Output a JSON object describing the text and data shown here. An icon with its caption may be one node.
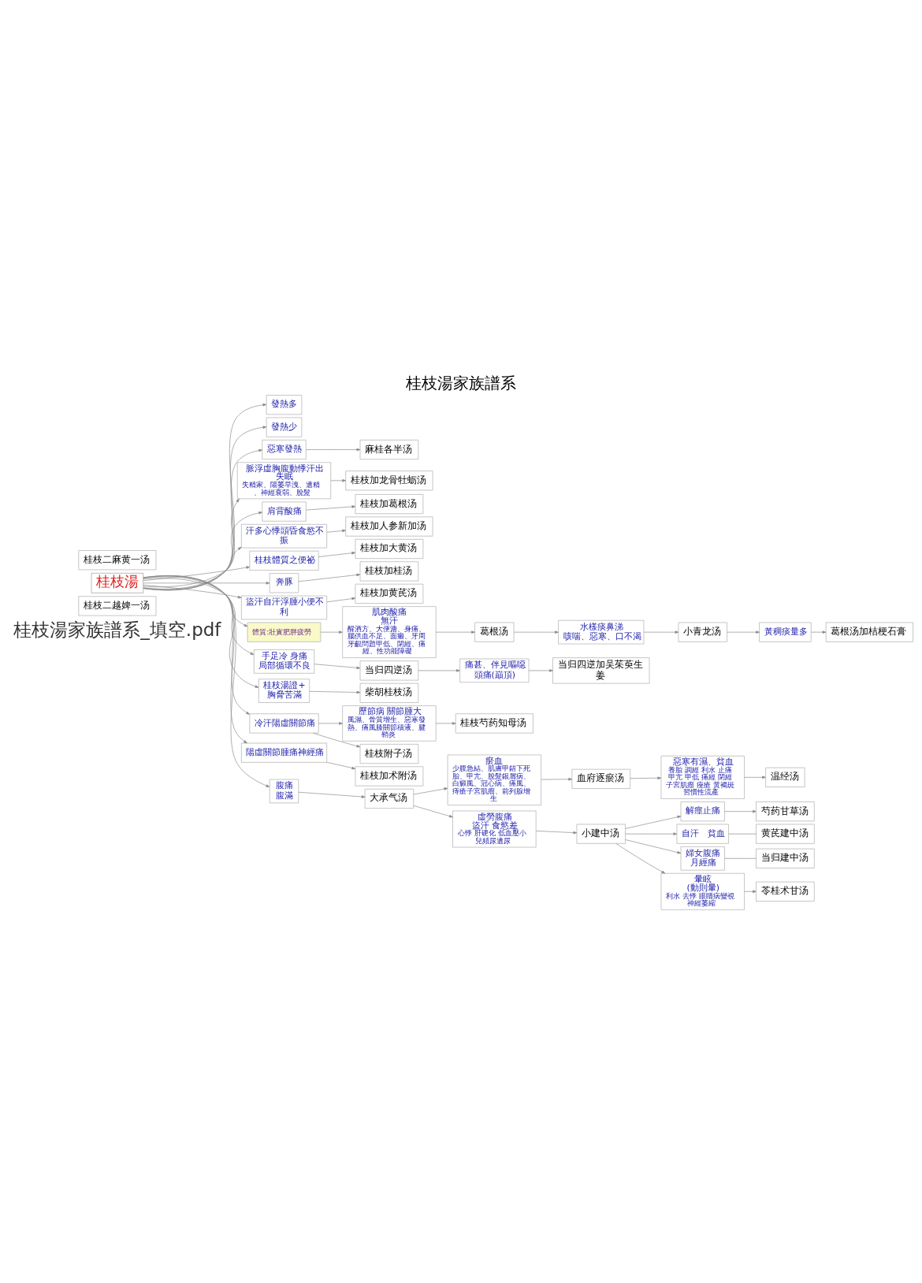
{
  "diagram": {
    "title": "桂枝湯家族譜系",
    "nodes": [
      {
        "text": [
          "桂枝二越婢一汤"
        ]
      },
      {
        "text": [
          "發熱多"
        ]
      },
      {
        "text": [
          "桂枝二麻黄一汤"
        ]
      },
      {
        "text": [
          "發熱少"
        ]
      },
      {
        "text": [
          "麻桂各半汤"
        ]
      },
      {
        "text": [
          "惡寒發熱"
        ]
      },
      {
        "text": [
          "黃稠痰量多"
        ]
      },
      {
        "text": [
          "葛根汤加桔梗石膏"
        ]
      },
      {
        "text": [
          "水樣痰鼻涕",
          "咳喘、惡寒、口不渴"
        ]
      },
      {
        "text": [
          "小青龙汤"
        ]
      },
      {
        "text": [
          "葛根汤"
        ]
      },
      {
        "text": [
          "脈浮虛胸腹動悸汗出失眠",
          "失精家、陽萎早洩、遺精、神經衰弱、脫髮"
        ]
      },
      {
        "text": [
          "桂枝加龙骨牡蛎汤"
        ]
      },
      {
        "text": [
          "肌肉酸痛",
          "無汗",
          "醒酒方、大便溏、身痛、腦供血不足、面癱、牙周牙齦問題甲低、閉經、痛經、性功能障礙"
        ]
      },
      {
        "text": [
          "肩背酸痛"
        ]
      },
      {
        "text": [
          "桂枝加葛根汤"
        ]
      },
      {
        "text": [
          "汗多心悸頭昏食慾不振"
        ]
      },
      {
        "text": [
          "桂枝加人参新加汤"
        ]
      },
      {
        "text": [
          "桂枝體質之便祕"
        ]
      },
      {
        "text": [
          "桂枝加大黄汤"
        ]
      },
      {
        "text": [
          "奔豚"
        ]
      },
      {
        "text": [
          "桂枝加桂汤"
        ]
      },
      {
        "text": [
          "盜汗自汗浮腫小便不利"
        ]
      },
      {
        "text": [
          "桂枝加黄芪汤"
        ]
      },
      {
        "text": [
          "體質:壯實肥胖疲勞"
        ]
      },
      {
        "text": [
          "歷節病 關節腫大",
          "風濕、骨質增生、惡寒發熱、痛風膝關節積液、腱鞘炎"
        ]
      },
      {
        "text": [
          "桂枝芍药知母汤"
        ]
      },
      {
        "text": [
          "桂枝湯"
        ]
      },
      {
        "text": [
          "手足冷 身痛",
          "局部循環不良"
        ]
      },
      {
        "text": [
          "桂枝湯證+",
          "胸脅苦滿"
        ]
      },
      {
        "text": [
          "冷汗陽虛關節痛"
        ]
      },
      {
        "text": [
          "桂枝附子汤"
        ]
      },
      {
        "text": [
          "陽虛關節腫痛神經痛"
        ]
      },
      {
        "text": [
          "桂枝加术附汤"
        ]
      },
      {
        "text": [
          "瘀血",
          "少腹急結、肌膚甲錯下死胎、甲亢、脫髮銀屑病、白癜風、冠心病、痛風、痔瘡子宮肌瘤、前列腺增生"
        ]
      },
      {
        "text": [
          "当归四逆汤"
        ]
      },
      {
        "text": [
          "腹痛",
          "腹滿"
        ]
      },
      {
        "text": [
          "大承气汤"
        ]
      },
      {
        "text": [
          "柴胡桂枝汤"
        ]
      },
      {
        "text": [
          "血府逐瘀汤"
        ]
      },
      {
        "text": [
          "痛甚、伴見嘔噁",
          "頭痛(巔頂)"
        ]
      },
      {
        "text": [
          "惡寒有濕、貧血",
          "養胎 調經 利水 止痛甲亢 甲低 痛經 閉經子宮肌瘤 痤瘡 黃褐斑習慣性流產"
        ]
      },
      {
        "text": [
          "芍药甘草汤"
        ]
      },
      {
        "text": [
          "温经汤"
        ]
      },
      {
        "text": [
          "当归四逆加吴茱萸生姜"
        ]
      },
      {
        "text": [
          "解痙止痛"
        ]
      },
      {
        "text": [
          "虛勞腹痛",
          "盜汗 食慾差",
          "心悸 肝硬化 低血壓小兒頻尿遺尿"
        ]
      },
      {
        "text": [
          "黄芪建中汤"
        ]
      },
      {
        "text": [
          "自汗　貧血"
        ]
      },
      {
        "text": [
          "小建中汤"
        ]
      },
      {
        "text": [
          "当归建中汤"
        ]
      },
      {
        "text": [
          "婦女腹痛",
          "月經痛"
        ]
      },
      {
        "text": [
          "暈眩",
          "(動則暈)",
          "利水 去悸 眼睛病變視神經萎縮"
        ]
      },
      {
        "text": [
          "苓桂术甘汤"
        ]
      }
    ],
    "edges": [
      {
        "from": 27,
        "to": 1,
        "arrow": "to"
      },
      {
        "from": 27,
        "to": 3,
        "arrow": "to"
      },
      {
        "from": 27,
        "to": 5,
        "arrow": "to"
      },
      {
        "from": 5,
        "to": 4,
        "arrow": "to"
      },
      {
        "from": 27,
        "to": 24,
        "arrow": "to"
      },
      {
        "from": 24,
        "to": 13,
        "arrow": "to"
      },
      {
        "from": 13,
        "to": 10,
        "arrow": "to"
      },
      {
        "from": 10,
        "to": 8,
        "arrow": "to"
      },
      {
        "from": 8,
        "to": 9,
        "arrow": "to"
      },
      {
        "from": 9,
        "to": 6,
        "arrow": "to"
      },
      {
        "from": 6,
        "to": 7,
        "arrow": "to"
      },
      {
        "from": 27,
        "to": 11,
        "arrow": "to"
      },
      {
        "from": 11,
        "to": 12,
        "arrow": "to"
      },
      {
        "from": 27,
        "to": 14,
        "arrow": "to"
      },
      {
        "from": 14,
        "to": 15,
        "arrow": "to"
      },
      {
        "from": 27,
        "to": 16,
        "arrow": "to"
      },
      {
        "from": 16,
        "to": 17,
        "arrow": "to"
      },
      {
        "from": 27,
        "to": 18,
        "arrow": "to"
      },
      {
        "from": 18,
        "to": 19,
        "arrow": "to"
      },
      {
        "from": 27,
        "to": 20,
        "arrow": "to"
      },
      {
        "from": 20,
        "to": 21,
        "arrow": "to"
      },
      {
        "from": 27,
        "to": 22,
        "arrow": "to"
      },
      {
        "from": 22,
        "to": 23,
        "arrow": "to"
      },
      {
        "from": 30,
        "to": 25,
        "arrow": "to"
      },
      {
        "from": 25,
        "to": 26,
        "arrow": "to"
      },
      {
        "from": 27,
        "to": 30,
        "arrow": "to"
      },
      {
        "from": 30,
        "to": 31,
        "arrow": "to"
      },
      {
        "from": 27,
        "to": 32,
        "arrow": "to"
      },
      {
        "from": 32,
        "to": 33,
        "arrow": "to"
      },
      {
        "from": 27,
        "to": 36,
        "arrow": "to"
      },
      {
        "from": 36,
        "to": 37,
        "arrow": "to"
      },
      {
        "from": 37,
        "to": 34,
        "arrow": "to"
      },
      {
        "from": 34,
        "to": 39,
        "arrow": "to"
      },
      {
        "from": 39,
        "to": 41,
        "arrow": "to"
      },
      {
        "from": 41,
        "to": 43,
        "arrow": "to"
      },
      {
        "from": 37,
        "to": 46,
        "arrow": "to"
      },
      {
        "from": 46,
        "to": 49,
        "arrow": "to"
      },
      {
        "from": 49,
        "to": 48,
        "arrow": "to"
      },
      {
        "from": 48,
        "to": 47,
        "arrow": "none"
      },
      {
        "from": 49,
        "to": 51,
        "arrow": "to"
      },
      {
        "from": 51,
        "to": 50,
        "arrow": "none"
      },
      {
        "from": 49,
        "to": 45,
        "arrow": "to"
      },
      {
        "from": 45,
        "to": 42,
        "arrow": "to"
      },
      {
        "from": 49,
        "to": 52,
        "arrow": "to"
      },
      {
        "from": 52,
        "to": 53,
        "arrow": "to"
      },
      {
        "from": 27,
        "to": 28,
        "arrow": "to"
      },
      {
        "from": 28,
        "to": 35,
        "arrow": "to"
      },
      {
        "from": 35,
        "to": 40,
        "arrow": "to"
      },
      {
        "from": 40,
        "to": 44,
        "arrow": "to"
      },
      {
        "from": 27,
        "to": 29,
        "arrow": "to"
      },
      {
        "from": 29,
        "to": 38,
        "arrow": "to"
      }
    ],
    "labels": [
      "桂枝湯家族譜系_填空.pdf"
    ]
  }
}
